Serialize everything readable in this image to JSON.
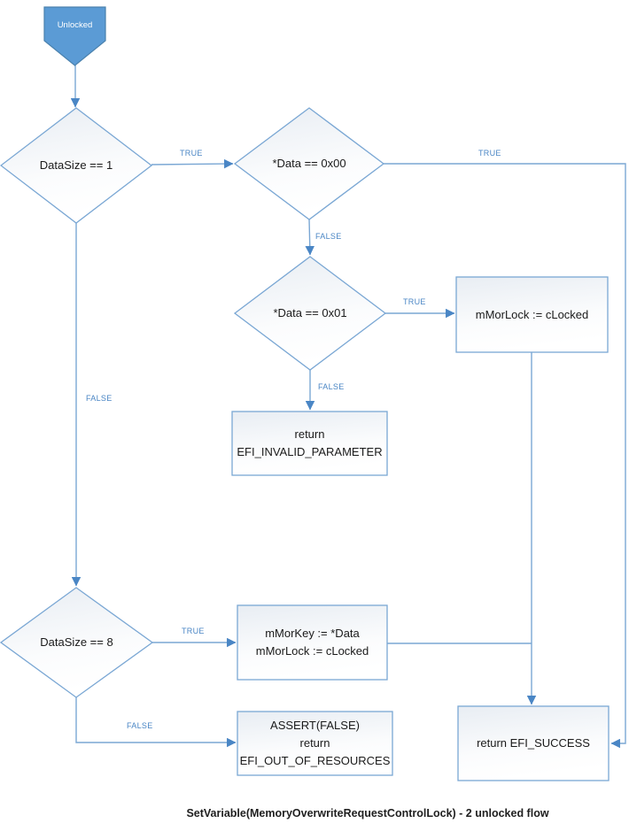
{
  "title": "SetVariable(MemoryOverwriteRequestControlLock) - 2 unlocked flow",
  "start": {
    "label": "Unlocked"
  },
  "decisions": {
    "datasize1": "DataSize == 1",
    "data00": "*Data == 0x00",
    "data01": "*Data == 0x01",
    "datasize8": "DataSize == 8"
  },
  "processes": {
    "mor_lock": "mMorLock := cLocked",
    "invalid_line1": "return",
    "invalid_line2": "EFI_INVALID_PARAMETER",
    "mor_key_line1": "mMorKey := *Data",
    "mor_key_line2": "mMorLock := cLocked",
    "assert_line1": "ASSERT(FALSE)",
    "assert_line2": "return",
    "assert_line3": "EFI_OUT_OF_RESOURCES",
    "success": "return EFI_SUCCESS"
  },
  "edge_labels": {
    "datasize1_true": "TRUE",
    "datasize1_false": "FALSE",
    "data00_true": "TRUE",
    "data00_false": "FALSE",
    "data01_true": "TRUE",
    "data01_false": "FALSE",
    "datasize8_true": "TRUE",
    "datasize8_false": "FALSE"
  },
  "colors": {
    "connector": "#7aa7d4",
    "arrowhead": "#4a86c5",
    "edge_label": "#4a86c5",
    "start_fill": "#5b9bd5",
    "start_border": "#4a81ad",
    "shape_border": "#7aa7d4"
  }
}
